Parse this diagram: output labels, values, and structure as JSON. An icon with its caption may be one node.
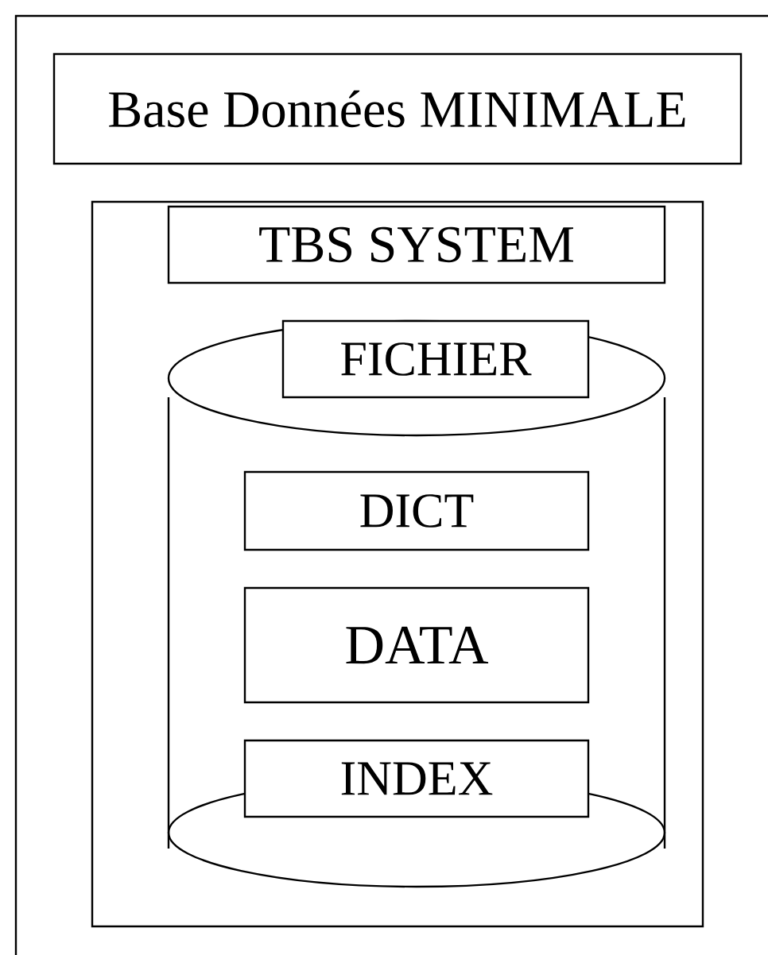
{
  "diagram": {
    "nodes": [
      {
        "text": [
          "Base Données MINIMALE"
        ]
      },
      {
        "text": [],
        "shape": "box"
      },
      {
        "text": [
          "TBS SYSTEM"
        ],
        "in": 1
      },
      {
        "text": [],
        "shape": "cylinder",
        "in": 1
      },
      {
        "text": [
          "FICHIER"
        ],
        "in": 3
      },
      {
        "text": [
          "DICT"
        ],
        "in": 3
      },
      {
        "text": [
          "DATA"
        ],
        "in": 3
      },
      {
        "text": [
          "INDEX"
        ],
        "in": 3
      }
    ]
  }
}
